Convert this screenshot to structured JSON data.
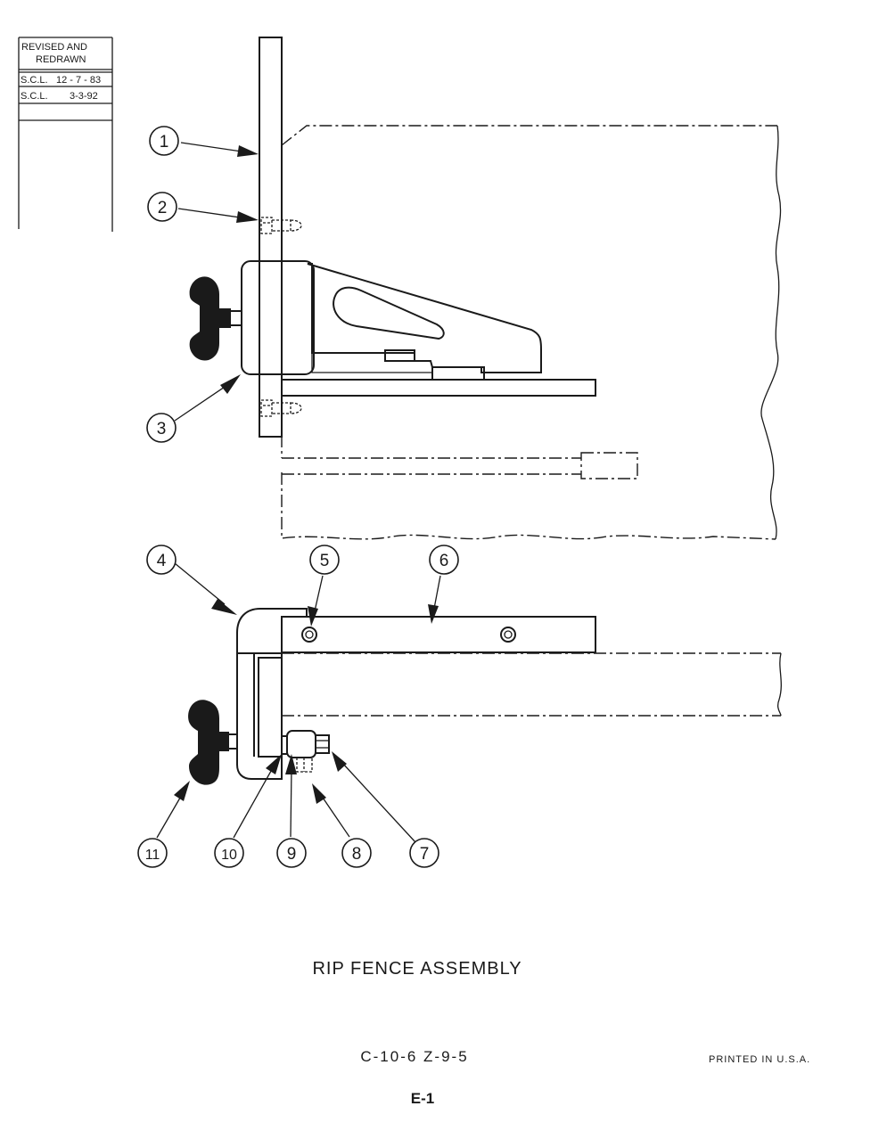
{
  "revision_block": {
    "header_line1": "REVISED    AND",
    "header_line2": "REDRAWN",
    "rows": [
      {
        "initials": "S.C.L.",
        "date": "12 - 7 - 83"
      },
      {
        "initials": "S.C.L.",
        "date": "3-3-92"
      }
    ]
  },
  "callouts": [
    "1",
    "2",
    "3",
    "4",
    "5",
    "6",
    "7",
    "8",
    "9",
    "10",
    "11"
  ],
  "title": "RIP  FENCE  ASSEMBLY",
  "drawing_code": "C-10-6   Z-9-5",
  "printed_note": "PRINTED   IN   U.S.A.",
  "page_number": "E-1"
}
